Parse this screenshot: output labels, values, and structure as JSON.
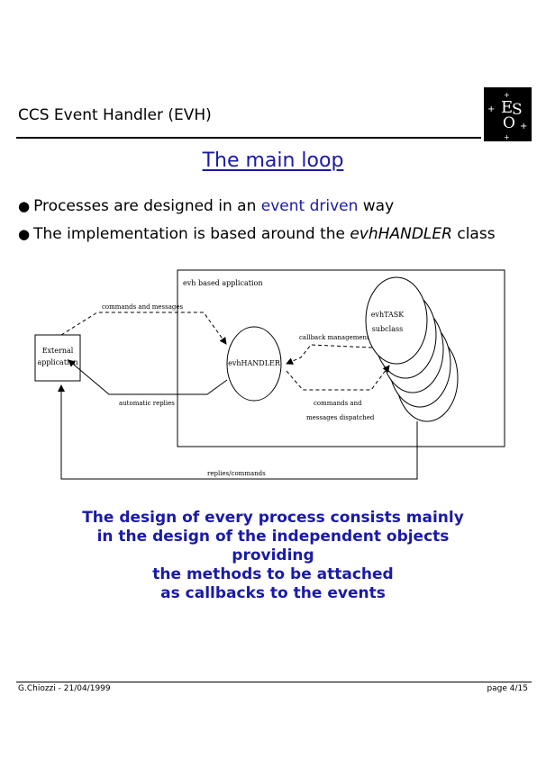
{
  "header": {
    "title": "CCS Event Handler (EVH)",
    "logo_text": "ESO"
  },
  "main_title": "The main loop",
  "bullets": [
    {
      "before": "Processes are designed in an ",
      "highlight": "event driven",
      "after": " way"
    },
    {
      "before": "The implementation is based around the ",
      "highlight": "evhHANDLER",
      "after": " class"
    }
  ],
  "diagram": {
    "box_label": "evh based application",
    "external": [
      "External",
      "application"
    ],
    "handler": "evhHANDLER",
    "task": [
      "evhTASK",
      "subclass"
    ],
    "commands_and_messages": "commands and messages",
    "automatic_replies": "automatic replies",
    "callback_management": "callback management",
    "dispatched": [
      "commands and",
      "messages dispatched"
    ],
    "replies_commands": "replies/commands"
  },
  "summary_lines": [
    "The design of every process consists mainly",
    "in the design of the independent objects",
    "providing",
    "the methods to be attached",
    "as callbacks to the events"
  ],
  "footer": {
    "left": "G.Chiozzi - 21/04/1999",
    "right": "page 4/15"
  }
}
